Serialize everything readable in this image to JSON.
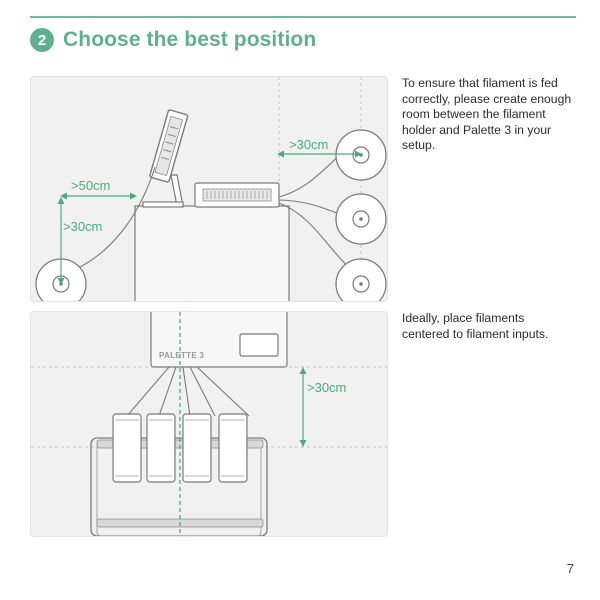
{
  "header": {
    "step_number": "2",
    "title": "Choose the best position"
  },
  "setup_figure": {
    "height_label": ">30cm",
    "side_label": ">50cm",
    "top_label": ">30cm"
  },
  "filament_figure": {
    "device_label": "PALETTE 3",
    "height_label": ">30cm"
  },
  "text": {
    "setup_note": "To ensure that filament is fed correctly, please create enough room between the filament holder and Palette 3 in your setup.",
    "centering_note": "Ideally, place filaments centered to filament inputs."
  },
  "footer": {
    "page_number": "7"
  },
  "colors": {
    "accent": "#5fb08e",
    "panel_bg": "#f1f1f1",
    "line": "#7a7a7a"
  }
}
